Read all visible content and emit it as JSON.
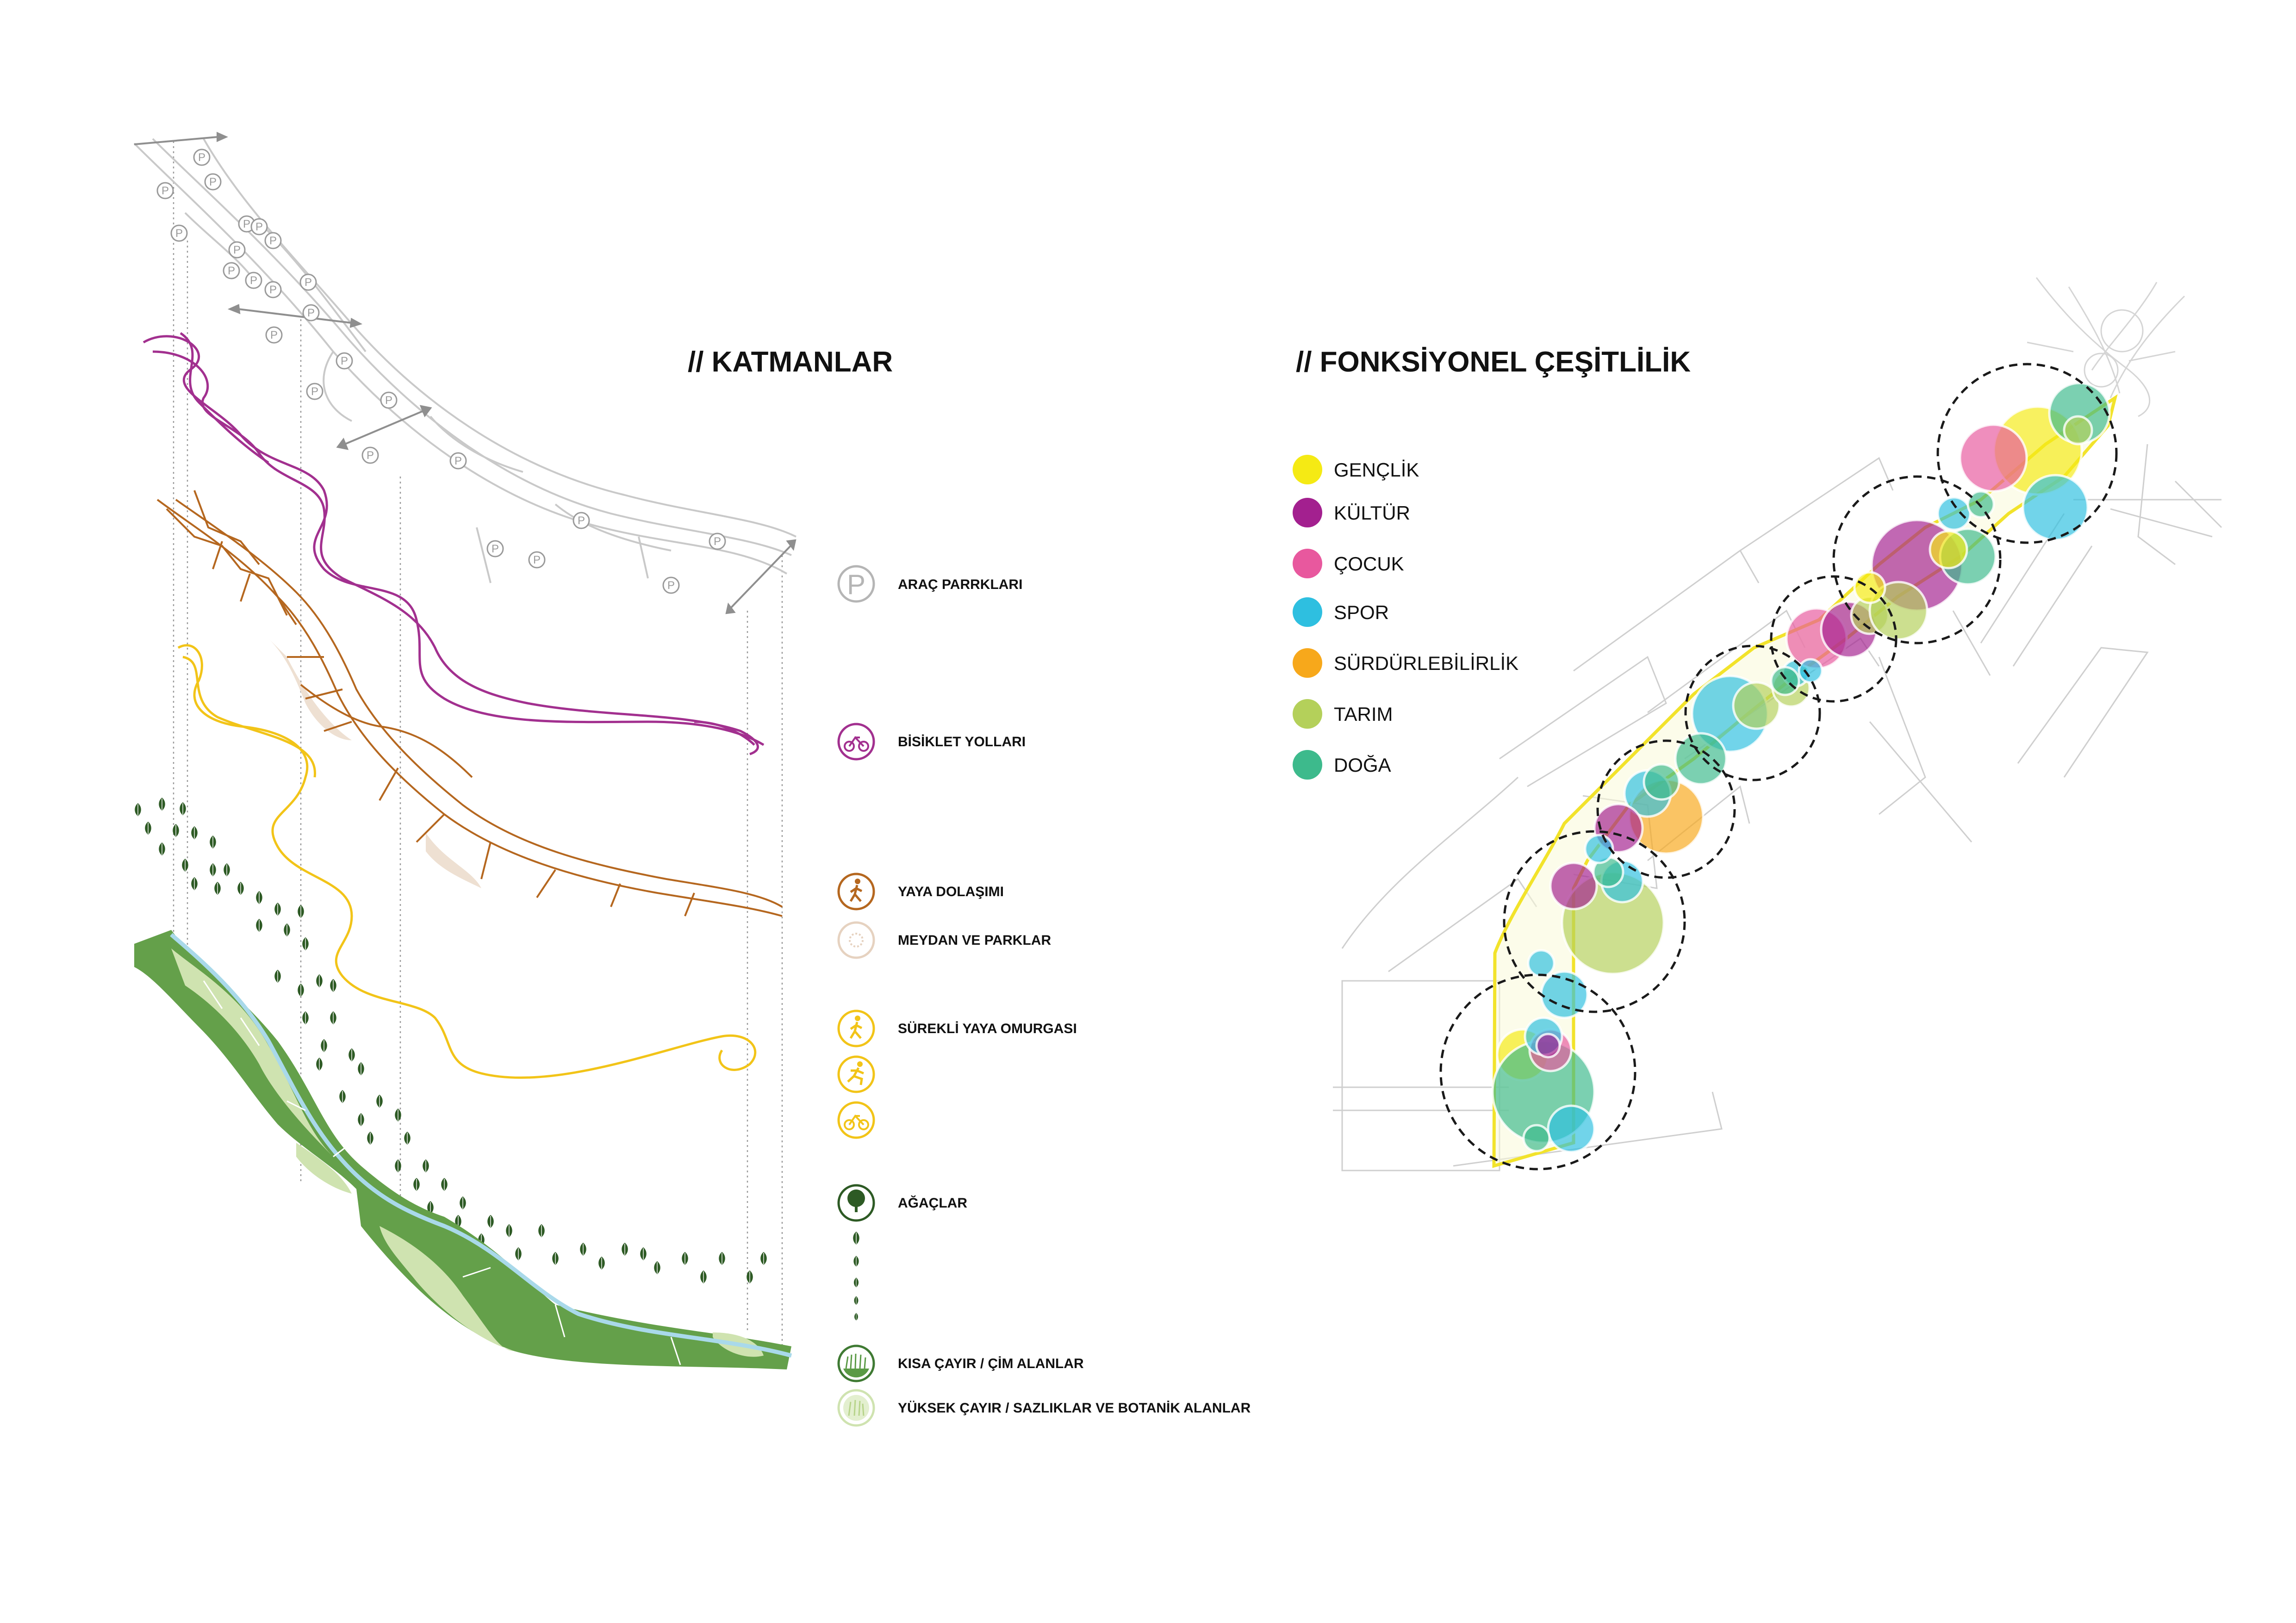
{
  "layers_panel": {
    "title": "// KATMANLAR",
    "legend": [
      {
        "id": "parking",
        "label": "ARAÇ PARRKLARI",
        "icon": "parking-icon",
        "color": "#b5b5b5"
      },
      {
        "id": "bike",
        "label": "BİSİKLET YOLLARI",
        "icon": "bicycle-icon",
        "color": "#a2308f"
      },
      {
        "id": "pedestrian",
        "label": "YAYA DOLAŞIMI",
        "icon": "walking-person-icon",
        "color": "#b5671f"
      },
      {
        "id": "squares",
        "label": "MEYDAN VE PARKLAR",
        "icon": "plaza-circle-icon",
        "color": "#e6d2c0"
      },
      {
        "id": "spine",
        "label": "SÜREKLİ YAYA OMURGASI",
        "icon": "walking-person-icon",
        "color": "#f2c418"
      },
      {
        "id": "trees",
        "label": "AĞAÇLAR",
        "icon": "tree-icon",
        "color": "#2d5a24"
      },
      {
        "id": "short_grass",
        "label": "KISA ÇAYIR / ÇİM ALANLAR",
        "icon": "grass-icon",
        "color": "#5a9a45"
      },
      {
        "id": "tall_grass",
        "label": "YÜKSEK ÇAYIR / SAZLIKLAR VE BOTANİK ALANLAR",
        "icon": "meadow-icon",
        "color": "#cfe3b0"
      }
    ],
    "spine_extra_icons": [
      "running-person-icon",
      "bicycle-icon"
    ],
    "parking_marker": "P",
    "river_color": "#a9d9ea",
    "grass_dark": "#64a04a",
    "grass_light": "#cfe3b0"
  },
  "diversity_panel": {
    "title": "// FONKSİYONEL ÇEŞİTLİLİK",
    "legend": [
      {
        "id": "genclik",
        "label": "GENÇLİK",
        "color": "#f5ea14"
      },
      {
        "id": "kultur",
        "label": "KÜLTÜR",
        "color": "#a3208f"
      },
      {
        "id": "cocuk",
        "label": "ÇOCUK",
        "color": "#e8589e"
      },
      {
        "id": "spor",
        "label": "SPOR",
        "color": "#2ebfe0"
      },
      {
        "id": "surdurulebilirlik",
        "label": "SÜRDÜRLEBİLİRLİK",
        "color": "#f7a81b"
      },
      {
        "id": "tarim",
        "label": "TARIM",
        "color": "#b4d05a"
      },
      {
        "id": "doga",
        "label": "DOĞA",
        "color": "#3dba8c"
      }
    ],
    "corridor_outline_color": "#f2e32b"
  }
}
